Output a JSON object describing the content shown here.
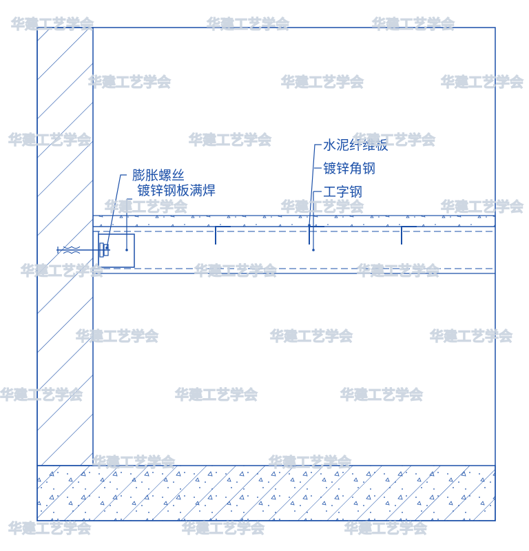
{
  "colors": {
    "line": "#1a4fa8",
    "watermark": "#c9d3df",
    "background": "#ffffff"
  },
  "labels": {
    "expansion_bolt": "膨胀螺丝",
    "galvanized_plate_weld": "镀锌钢板满焊",
    "cement_fiber_board": "水泥纤维板",
    "galvanized_angle": "镀锌角钢",
    "i_beam": "工字钢"
  },
  "watermark": "华建工艺学会"
}
